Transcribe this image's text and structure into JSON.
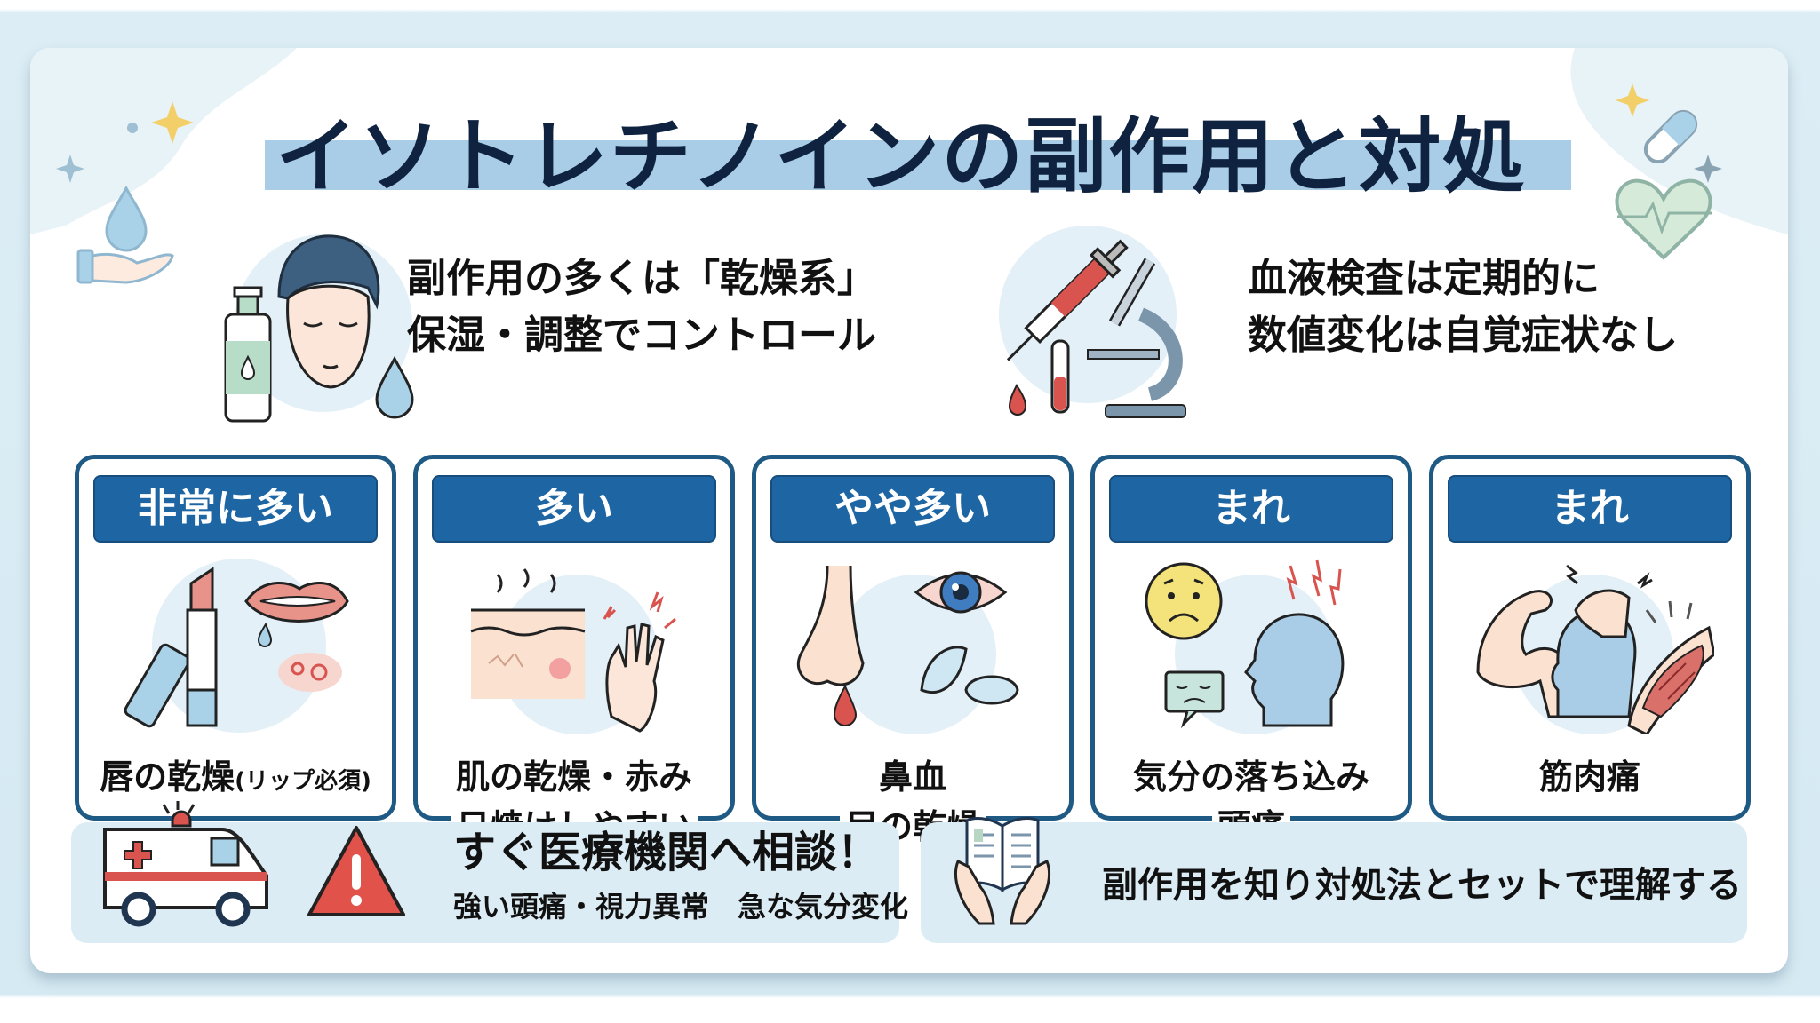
{
  "title": "イソトレチノインの副作用と対処",
  "intro": {
    "left": {
      "icon": "face-skincare-icon",
      "lines": [
        "副作用の多くは「乾燥系」",
        "保湿・調整でコントロール"
      ]
    },
    "right": {
      "icon": "blood-test-microscope-icon",
      "lines": [
        "血液検査は定期的に",
        "数値変化は自覚症状なし"
      ]
    }
  },
  "cards": [
    {
      "frequency": "非常に多い",
      "icon": "lip-balm-dry-lips-icon",
      "caption_main": "唇の乾燥",
      "caption_note": "(リップ必須)",
      "caption_line2": ""
    },
    {
      "frequency": "多い",
      "icon": "dry-skin-sunburn-hand-icon",
      "caption_main": "肌の乾燥・赤み",
      "caption_note": "",
      "caption_line2": "日焼けしやすい"
    },
    {
      "frequency": "やや多い",
      "icon": "nosebleed-dry-eye-icon",
      "caption_main": "鼻血",
      "caption_note": "",
      "caption_line2": "目の乾燥"
    },
    {
      "frequency": "まれ",
      "icon": "mood-headache-icon",
      "caption_main": "気分の落ち込み",
      "caption_note": "",
      "caption_line2": "頭痛"
    },
    {
      "frequency": "まれ",
      "icon": "muscle-pain-icon",
      "caption_main": "筋肉痛",
      "caption_note": "",
      "caption_line2": ""
    }
  ],
  "alert": {
    "icons": [
      "ambulance-icon",
      "warning-triangle-icon"
    ],
    "title": "すぐ医療機関へ相談！",
    "subtitle": "強い頭痛・視力異常　急な気分変化"
  },
  "summary": {
    "icon": "hands-holding-book-icon",
    "text": "副作用を知り対処法とセットで理解する"
  },
  "colors": {
    "card_border": "#1f5a85",
    "tag_bg": "#1e66a3",
    "title_highlight": "#a9cde6",
    "panel_bg": "#dcecf5",
    "title_text": "#0f2340"
  }
}
